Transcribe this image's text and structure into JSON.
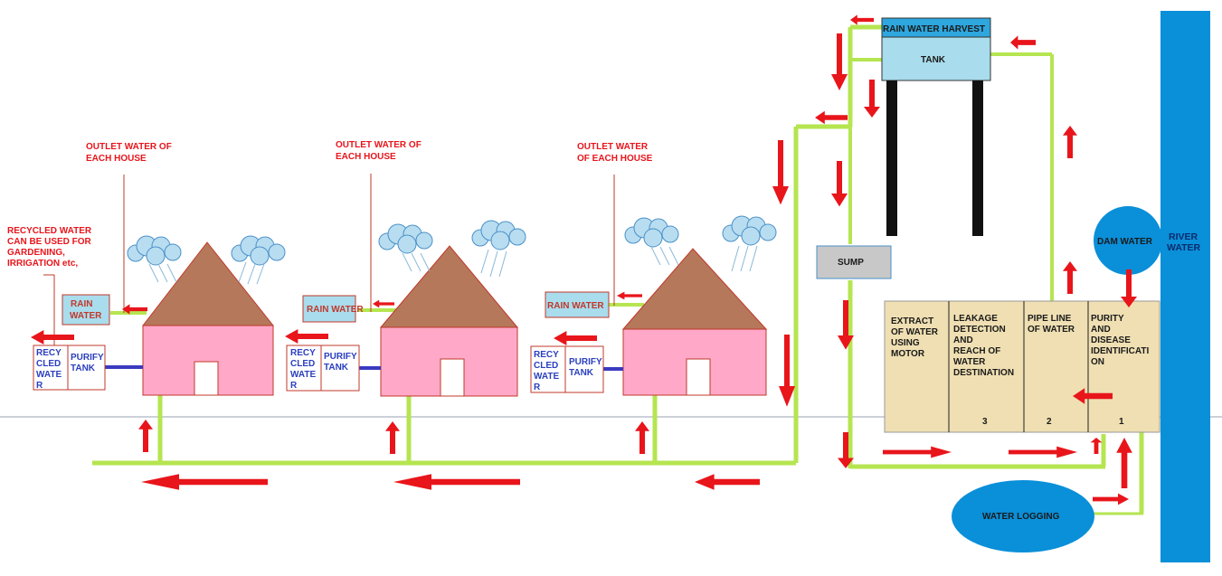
{
  "labels": {
    "recycled_use": [
      "RECYCLED WATER",
      "CAN BE USED FOR",
      "GARDENING,",
      "IRRIGATION etc,"
    ],
    "outlet_1": [
      "OUTLET WATER OF",
      "EACH HOUSE"
    ],
    "outlet_2": [
      "OUTLET WATER OF",
      "EACH HOUSE"
    ],
    "outlet_3": [
      "OUTLET WATER",
      "OF EACH HOUSE"
    ],
    "rain_water_1": [
      "RAIN",
      "WATER"
    ],
    "rain_water_2": "RAIN WATER",
    "rain_water_3": "RAIN WATER",
    "recycled_water_box": [
      "RECY",
      "CLED",
      "WATE",
      "R"
    ],
    "purify_tank": [
      "PURIFY",
      "TANK"
    ],
    "rain_water_harvest": "RAIN WATER HARVEST",
    "tank": "TANK",
    "sump": "SUMP",
    "dam_water": "DAM WATER",
    "river_water": [
      "RIVER",
      "WATER"
    ],
    "water_logging": "WATER LOGGING",
    "stage_extract": [
      "EXTRACT",
      "OF WATER",
      "USING",
      "MOTOR"
    ],
    "stage_leakage": [
      "LEAKAGE",
      "DETECTION",
      "AND",
      "REACH OF",
      "WATER",
      "DESTINATION"
    ],
    "stage_pipeline": [
      "PIPE LINE",
      "OF WATER"
    ],
    "stage_purity": [
      "PURITY",
      "AND",
      "DISEASE",
      "IDENTIFICATI",
      "ON"
    ],
    "stage_num_3": "3",
    "stage_num_2": "2",
    "stage_num_1": "1"
  },
  "colors": {
    "pipe": "#b5e550",
    "arrow": "#e8151b",
    "roof": "#b5785a",
    "house": "#ffa8c8",
    "box_blue": "#a9dcec",
    "tank_top": "#2ea6de",
    "river": "#0a8fd9",
    "sump": "#c8c8c8",
    "stage_panel": "#efdfb2",
    "cloud": "#b8ddf0"
  }
}
